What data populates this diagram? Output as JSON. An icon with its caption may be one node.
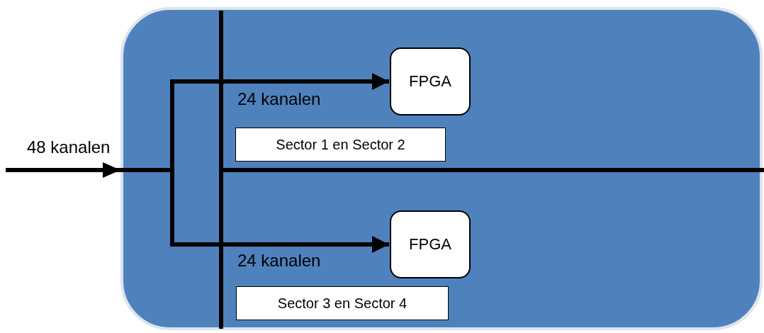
{
  "diagram": {
    "nodes": [
      {
        "text": [],
        "shape": "box"
      },
      {
        "text": [
          "FPGA"
        ],
        "in": 0
      },
      {
        "text": [
          "Sector 1 en Sector 2"
        ],
        "in": 0
      },
      {
        "text": [
          "FPGA"
        ],
        "in": 0
      },
      {
        "text": [
          "Sector 3 en Sector 4"
        ],
        "in": 0
      }
    ],
    "edges": [
      {
        "from": null,
        "to": 1,
        "arrow": "to"
      },
      {
        "from": null,
        "to": 3,
        "arrow": "to"
      }
    ],
    "labels": [
      "48 kanalen",
      "24 kanalen",
      "24 kanalen"
    ]
  }
}
